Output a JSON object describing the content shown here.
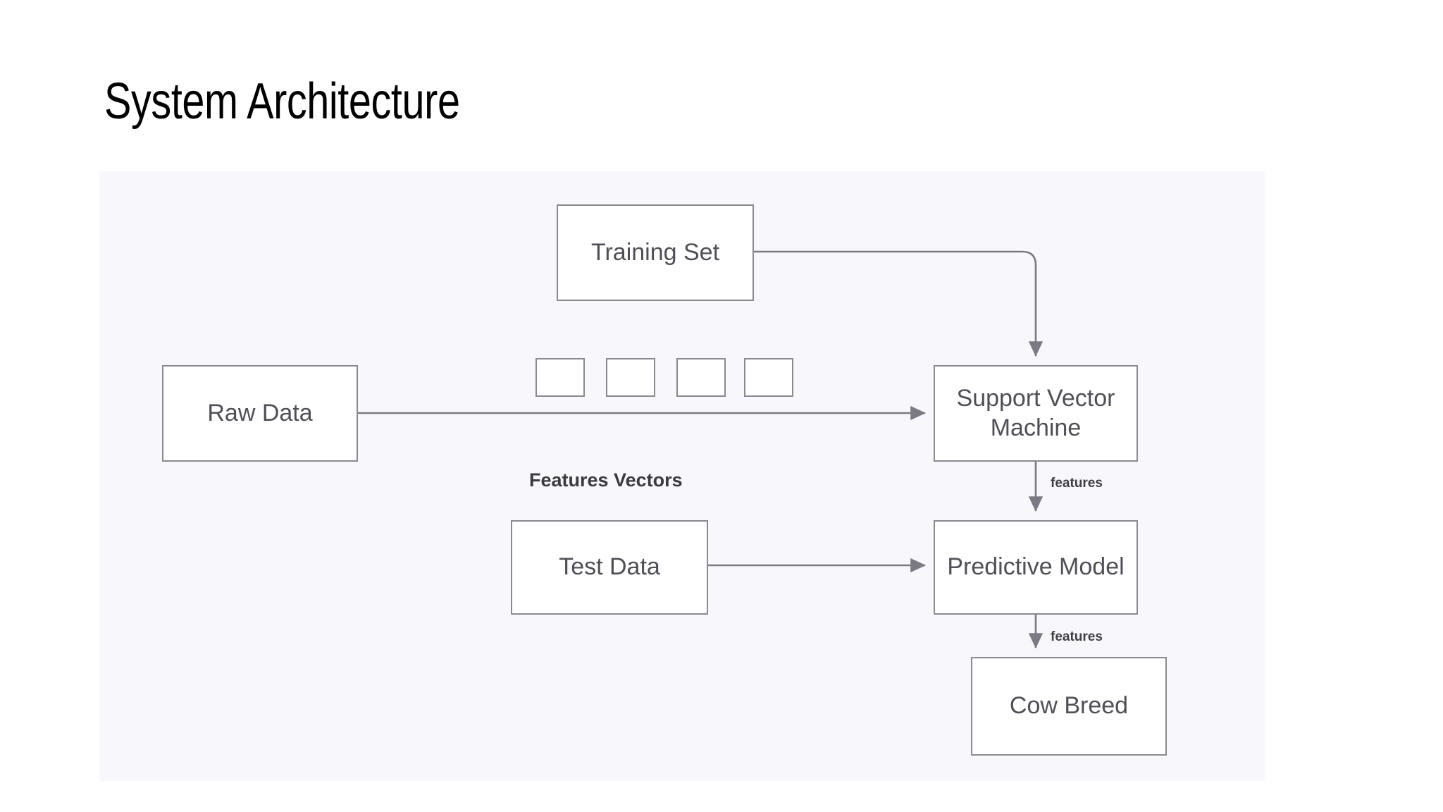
{
  "slide": {
    "title": "System Architecture"
  },
  "diagram": {
    "type": "flowchart",
    "background_color": "#f8f8fc",
    "box_border_color": "#8a8a92",
    "box_fill_color": "#ffffff",
    "text_color": "#4f4f57",
    "connector_color": "#7a7a84",
    "nodes": [
      {
        "id": "training-set",
        "label": "Training Set"
      },
      {
        "id": "raw-data",
        "label": "Raw Data"
      },
      {
        "id": "support-vector-machine",
        "label": "Support Vector Machine"
      },
      {
        "id": "test-data",
        "label": "Test Data"
      },
      {
        "id": "predictive-model",
        "label": "Predictive Model"
      },
      {
        "id": "cow-breed",
        "label": "Cow Breed"
      }
    ],
    "feature_squares": {
      "count": 4,
      "label": "Features Vectors"
    },
    "edges": [
      {
        "from": "training-set",
        "to": "support-vector-machine",
        "label": ""
      },
      {
        "from": "raw-data",
        "to": "support-vector-machine",
        "label": "Features Vectors"
      },
      {
        "from": "support-vector-machine",
        "to": "predictive-model",
        "label": "features"
      },
      {
        "from": "test-data",
        "to": "predictive-model",
        "label": ""
      },
      {
        "from": "predictive-model",
        "to": "cow-breed",
        "label": "features"
      }
    ],
    "edge_labels": {
      "features_vectors": "Features Vectors",
      "features_svm_to_model": "features",
      "features_model_to_breed": "features"
    }
  }
}
